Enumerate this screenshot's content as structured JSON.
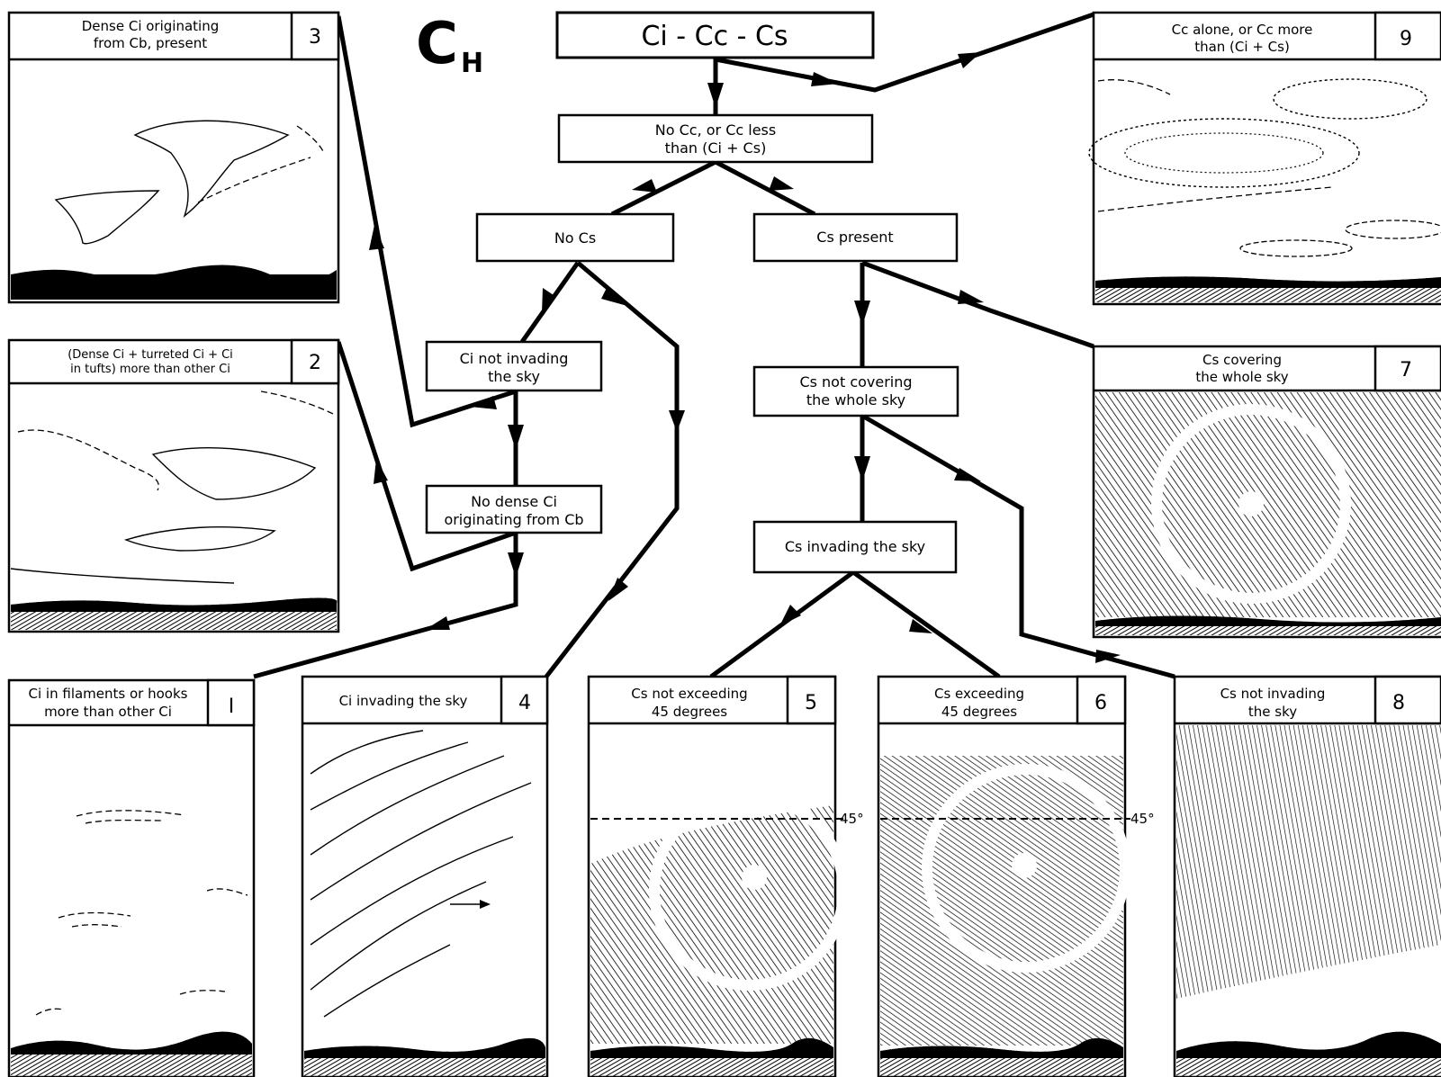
{
  "title": {
    "main": "C",
    "sub": "H"
  },
  "nodes": {
    "root": "Ci - Cc - Cs",
    "no_cc": [
      "No Cc, or Cc less",
      "than (Ci + Cs)"
    ],
    "no_cs": "No Cs",
    "cs_present": "Cs present",
    "ci_not_invading": [
      "Ci not invading",
      "the sky"
    ],
    "no_dense_ci": [
      "No dense Ci",
      "originating from Cb"
    ],
    "cs_not_covering": [
      "Cs not covering",
      "the whole sky"
    ],
    "cs_invading": "Cs invading the sky"
  },
  "panels": {
    "p3": {
      "label": [
        "Dense Ci originating",
        "from Cb, present"
      ],
      "number": "3"
    },
    "p2": {
      "label": [
        "(Dense Ci + turreted Ci + Ci",
        "in tufts) more than other Ci"
      ],
      "number": "2"
    },
    "p1": {
      "label": [
        "Ci in filaments or hooks",
        "more than other Ci"
      ],
      "number": "I"
    },
    "p4": {
      "label": [
        "Ci invading the sky"
      ],
      "number": "4"
    },
    "p5": {
      "label": [
        "Cs not exceeding",
        "45 degrees"
      ],
      "number": "5",
      "angle": "45°"
    },
    "p6": {
      "label": [
        "Cs exceeding",
        "45 degrees"
      ],
      "number": "6",
      "angle": "45°"
    },
    "p8": {
      "label": [
        "Cs not invading",
        "the sky"
      ],
      "number": "8"
    },
    "p7": {
      "label": [
        "Cs covering",
        "the whole sky"
      ],
      "number": "7"
    },
    "p9": {
      "label": [
        "Cc alone, or Cc more",
        "than (Ci + Cs)"
      ],
      "number": "9"
    }
  }
}
